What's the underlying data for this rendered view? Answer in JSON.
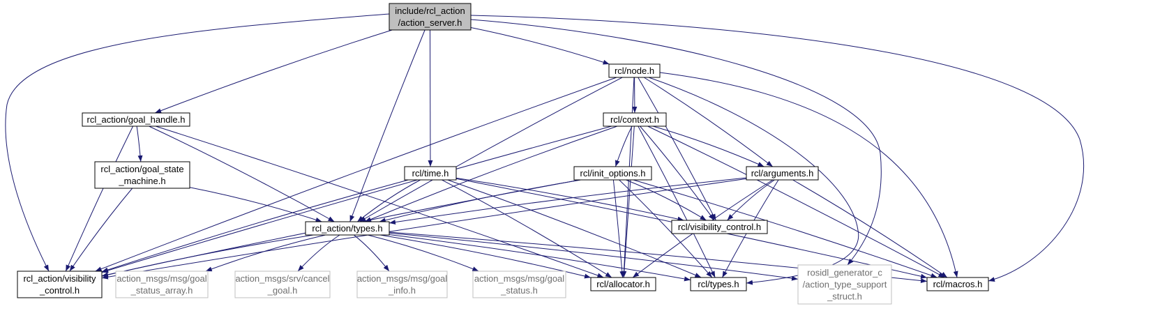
{
  "graph": {
    "colors": {
      "edge": "#191970",
      "root_fill": "#bfbfbf",
      "node_border": "#000000",
      "external_border": "#bfbfbf",
      "external_text": "#6e6e6e"
    },
    "nodes": [
      {
        "id": "root",
        "lines": [
          "include/rcl_action",
          "/action_server.h"
        ],
        "kind": "root"
      },
      {
        "id": "node",
        "lines": [
          "rcl/node.h"
        ],
        "kind": "normal"
      },
      {
        "id": "goal_handle",
        "lines": [
          "rcl_action/goal_handle.h"
        ],
        "kind": "normal"
      },
      {
        "id": "context",
        "lines": [
          "rcl/context.h"
        ],
        "kind": "normal"
      },
      {
        "id": "goal_state",
        "lines": [
          "rcl_action/goal_state",
          "_machine.h"
        ],
        "kind": "normal"
      },
      {
        "id": "time",
        "lines": [
          "rcl/time.h"
        ],
        "kind": "normal"
      },
      {
        "id": "init_options",
        "lines": [
          "rcl/init_options.h"
        ],
        "kind": "normal"
      },
      {
        "id": "arguments",
        "lines": [
          "rcl/arguments.h"
        ],
        "kind": "normal"
      },
      {
        "id": "types_action",
        "lines": [
          "rcl_action/types.h"
        ],
        "kind": "normal"
      },
      {
        "id": "visibility_rcl",
        "lines": [
          "rcl/visibility_control.h"
        ],
        "kind": "normal"
      },
      {
        "id": "visibility_action",
        "lines": [
          "rcl_action/visibility",
          "_control.h"
        ],
        "kind": "normal"
      },
      {
        "id": "goal_status_array",
        "lines": [
          "action_msgs/msg/goal",
          "_status_array.h"
        ],
        "kind": "external"
      },
      {
        "id": "cancel_goal",
        "lines": [
          "action_msgs/srv/cancel",
          "_goal.h"
        ],
        "kind": "external"
      },
      {
        "id": "goal_info",
        "lines": [
          "action_msgs/msg/goal",
          "_info.h"
        ],
        "kind": "external"
      },
      {
        "id": "goal_status",
        "lines": [
          "action_msgs/msg/goal",
          "_status.h"
        ],
        "kind": "external"
      },
      {
        "id": "allocator",
        "lines": [
          "rcl/allocator.h"
        ],
        "kind": "normal"
      },
      {
        "id": "types_rcl",
        "lines": [
          "rcl/types.h"
        ],
        "kind": "normal"
      },
      {
        "id": "rosidl",
        "lines": [
          "rosidl_generator_c",
          "/action_type_support",
          "_struct.h"
        ],
        "kind": "external"
      },
      {
        "id": "macros",
        "lines": [
          "rcl/macros.h"
        ],
        "kind": "normal"
      }
    ],
    "edges": [
      [
        "root",
        "visibility_action"
      ],
      [
        "root",
        "goal_handle"
      ],
      [
        "root",
        "types_action"
      ],
      [
        "root",
        "time"
      ],
      [
        "root",
        "node"
      ],
      [
        "root",
        "rosidl"
      ],
      [
        "root",
        "macros"
      ],
      [
        "goal_handle",
        "visibility_action"
      ],
      [
        "goal_handle",
        "goal_state"
      ],
      [
        "goal_handle",
        "types_action"
      ],
      [
        "goal_handle",
        "allocator"
      ],
      [
        "goal_state",
        "visibility_action"
      ],
      [
        "goal_state",
        "types_action"
      ],
      [
        "node",
        "context"
      ],
      [
        "node",
        "visibility_action"
      ],
      [
        "node",
        "types_action"
      ],
      [
        "node",
        "allocator"
      ],
      [
        "node",
        "arguments"
      ],
      [
        "node",
        "visibility_rcl"
      ],
      [
        "node",
        "types_rcl"
      ],
      [
        "node",
        "macros"
      ],
      [
        "context",
        "init_options"
      ],
      [
        "context",
        "arguments"
      ],
      [
        "context",
        "visibility_rcl"
      ],
      [
        "context",
        "types_action"
      ],
      [
        "context",
        "visibility_action"
      ],
      [
        "context",
        "allocator"
      ],
      [
        "context",
        "types_rcl"
      ],
      [
        "context",
        "macros"
      ],
      [
        "time",
        "types_action"
      ],
      [
        "time",
        "visibility_action"
      ],
      [
        "time",
        "visibility_rcl"
      ],
      [
        "time",
        "allocator"
      ],
      [
        "time",
        "types_rcl"
      ],
      [
        "time",
        "macros"
      ],
      [
        "init_options",
        "types_action"
      ],
      [
        "init_options",
        "visibility_action"
      ],
      [
        "init_options",
        "visibility_rcl"
      ],
      [
        "init_options",
        "allocator"
      ],
      [
        "init_options",
        "types_rcl"
      ],
      [
        "init_options",
        "macros"
      ],
      [
        "arguments",
        "types_action"
      ],
      [
        "arguments",
        "visibility_rcl"
      ],
      [
        "arguments",
        "visibility_action"
      ],
      [
        "arguments",
        "allocator"
      ],
      [
        "arguments",
        "types_rcl"
      ],
      [
        "arguments",
        "macros"
      ],
      [
        "types_action",
        "visibility_action"
      ],
      [
        "types_action",
        "goal_status_array"
      ],
      [
        "types_action",
        "cancel_goal"
      ],
      [
        "types_action",
        "goal_info"
      ],
      [
        "types_action",
        "goal_status"
      ],
      [
        "types_action",
        "allocator"
      ],
      [
        "types_action",
        "types_rcl"
      ],
      [
        "types_action",
        "rosidl"
      ],
      [
        "types_action",
        "macros"
      ]
    ]
  }
}
